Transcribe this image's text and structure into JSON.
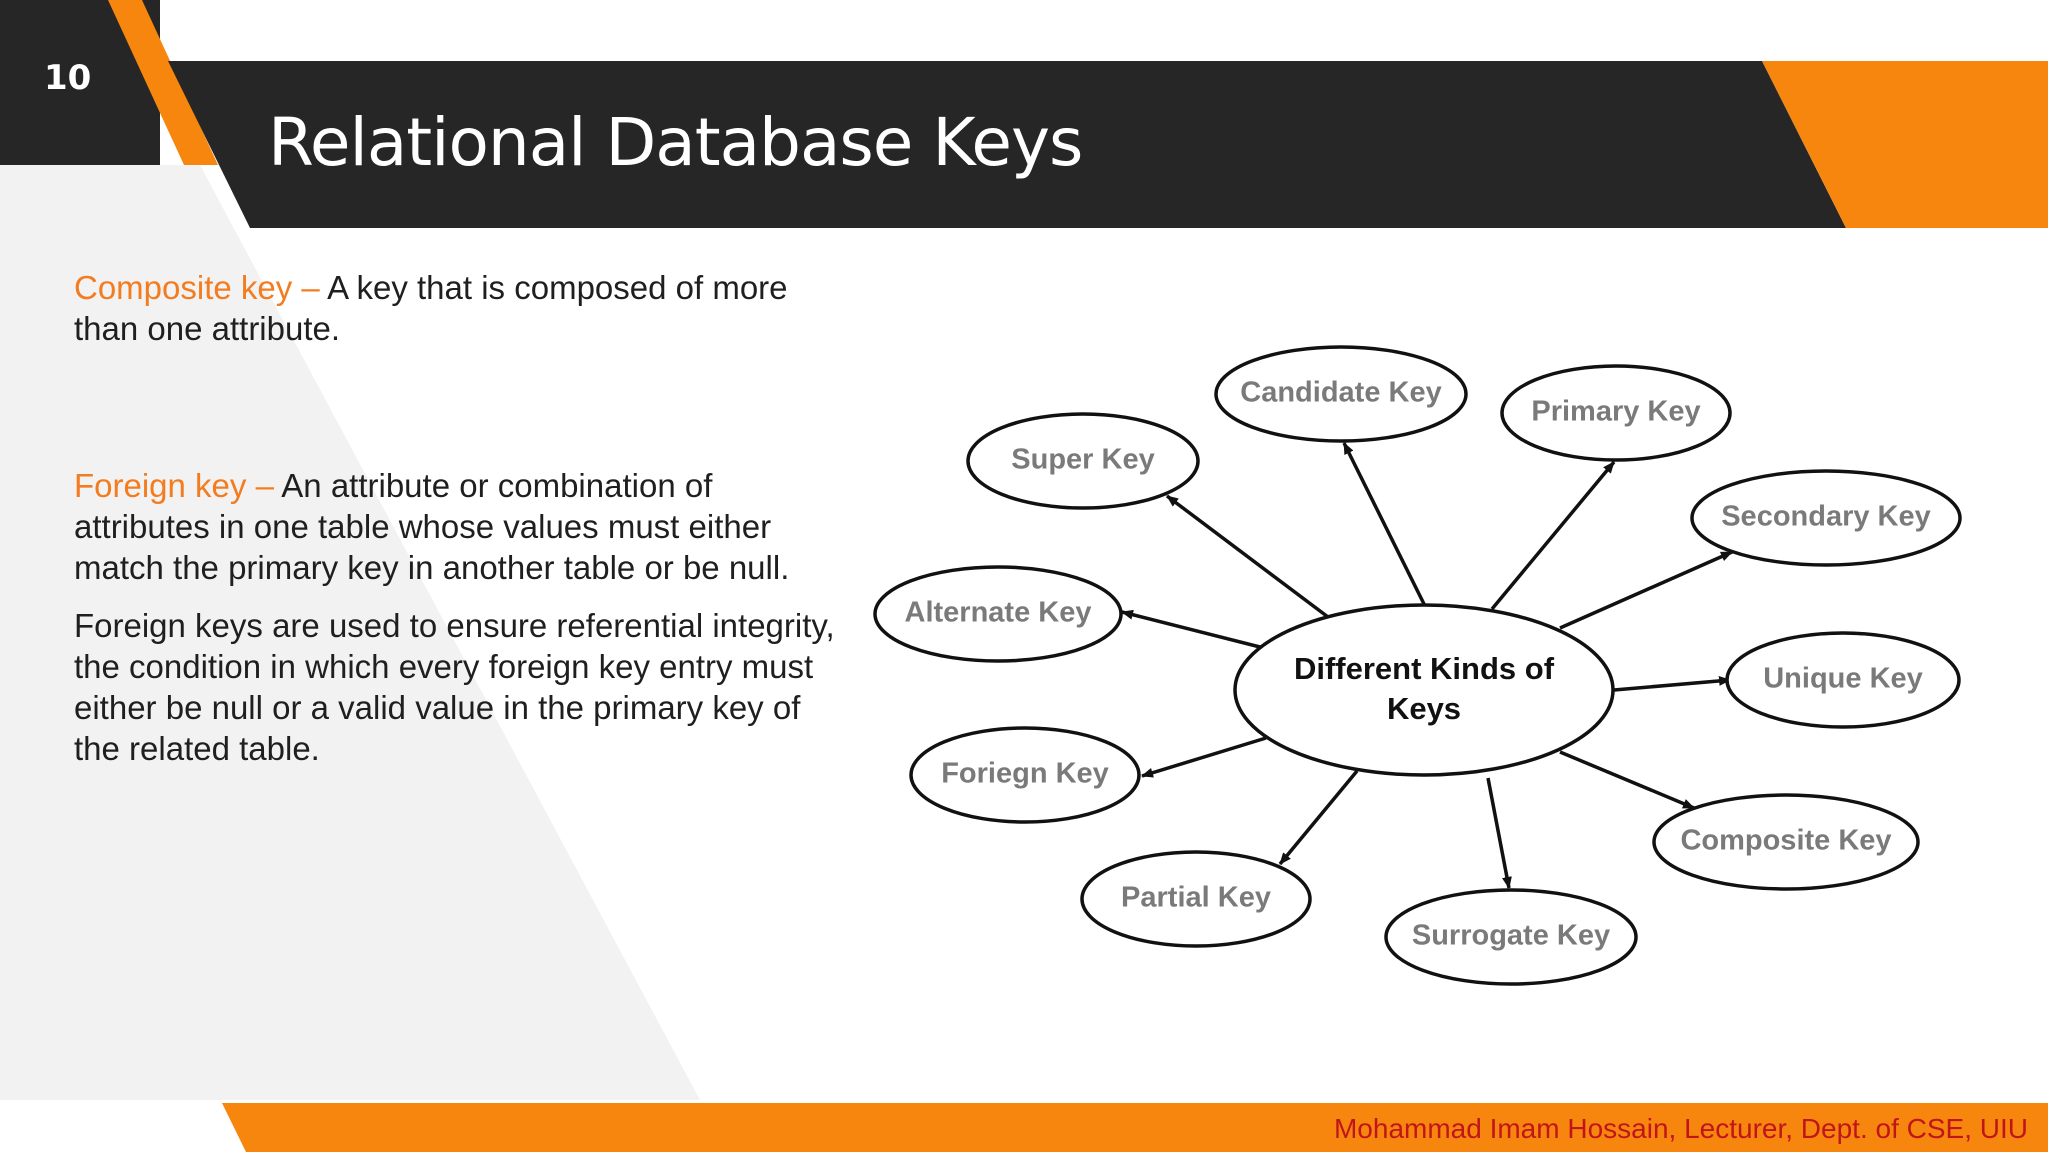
{
  "slide": {
    "number": "10",
    "title": "Relational Database Keys"
  },
  "definitions": {
    "composite": {
      "term": "Composite key –",
      "text": " A key that is composed of more than one attribute."
    },
    "foreign": {
      "term": "Foreign key –",
      "text": " An attribute or combination of attributes in one table whose values must either match the primary key in another table or be null."
    },
    "foreign_usage": "Foreign keys are used to ensure referential integrity, the condition in which every foreign key entry must either be null or a valid value in the primary key of the related table."
  },
  "diagram": {
    "center": {
      "line1": "Different Kinds of",
      "line2": "Keys"
    },
    "nodes": {
      "super": "Super Key",
      "candidate": "Candidate Key",
      "primary": "Primary Key",
      "secondary": "Secondary Key",
      "alternate": "Alternate Key",
      "unique": "Unique Key",
      "foriegn": "Foriegn Key",
      "composite": "Composite Key",
      "partial": "Partial Key",
      "surrogate": "Surrogate Key"
    }
  },
  "footer": {
    "credit": "Mohammad Imam Hossain, Lecturer, Dept. of CSE, UIU"
  },
  "colors": {
    "accent_orange": "#f7860e",
    "header_dark": "#262626",
    "panel_gray": "#f2f2f2",
    "term_orange": "#f47c20",
    "footer_text": "#c0161b"
  }
}
